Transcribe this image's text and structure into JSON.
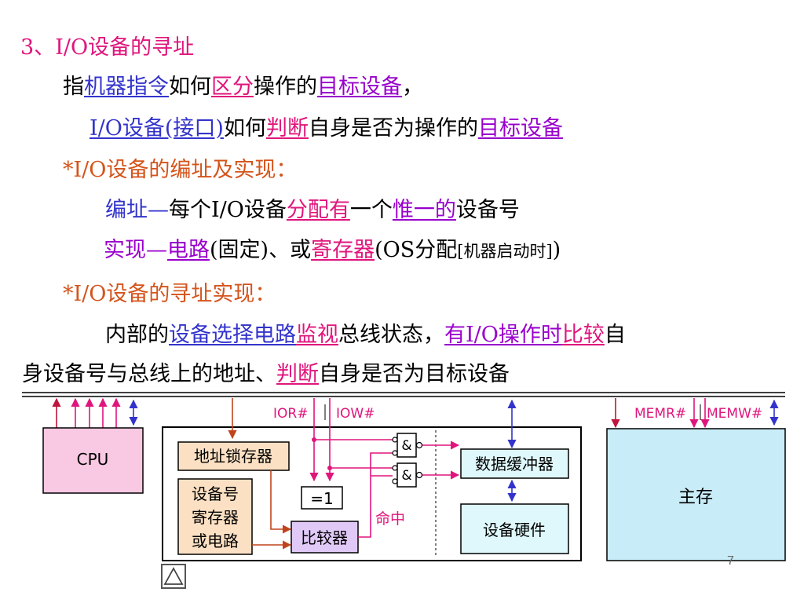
{
  "heading": {
    "num": "3、",
    "text": "I/O设备的寻址"
  },
  "line1": {
    "p1": "指",
    "u1": "机器指令",
    "p2": "如何",
    "u2": "区分",
    "p3": "操作的",
    "u3": "目标设备",
    "p4": "，"
  },
  "line2": {
    "u1": "I/O设备(接口)",
    "p1": "如何",
    "u2": "判断",
    "p2": "自身是否为操作的",
    "u3": "目标设备"
  },
  "line3": {
    "text": "*I/O设备的编址及实现："
  },
  "line4": {
    "k": "编址",
    "dash": "—",
    "p1": "每个I/O设备",
    "u1": "分配有",
    "p2": "一个",
    "u2": "惟一的",
    "p3": "设备号"
  },
  "line5": {
    "k": "实现",
    "dash": "—",
    "u1": "电路",
    "p1": "(固定)、或",
    "u2": "寄存器",
    "p2": "(OS分配",
    "s": "[机器启动时]",
    "p3": ")"
  },
  "line6": {
    "text": "*I/O设备的寻址实现："
  },
  "line7": {
    "p1": "内部的",
    "u1": "设备选择电路",
    "u2": "监视",
    "p2": "总线状态，",
    "u3": "有I/O操作时",
    "u4": "比较",
    "p3": "自"
  },
  "line8": {
    "p1": "身设备号与总线上的地址、",
    "u1": "判断",
    "p2": "自身是否为目标设备"
  },
  "diagram": {
    "cpu": "CPU",
    "main_memory": "主存",
    "addr_latch": "地址锁存器",
    "dev_reg": [
      "设备号",
      "寄存器",
      "或电路"
    ],
    "comparator": "比较器",
    "data_buffer": "数据缓冲器",
    "device_hw": "设备硬件",
    "eq": "=1",
    "hit": "命中",
    "and": "&",
    "ior": "IOR#",
    "iow": "IOW#",
    "memr": "MEMR#",
    "memw": "MEMW#"
  },
  "page_number": "7",
  "colors": {
    "pink": "#e0157c",
    "blue": "#3333cc",
    "orange": "#d4541b",
    "purple": "#9900cc",
    "cpu_fill": "#f9c8e2",
    "mem_fill": "#c8ecf8",
    "box_fill": "#fbe0c3",
    "buf_fill": "#dff8fb",
    "cmp_fill": "#e1c9f7"
  }
}
